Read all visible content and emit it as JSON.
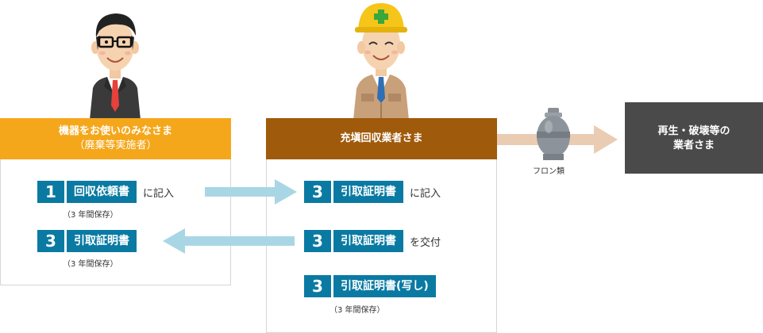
{
  "user_box": {
    "title": "機器をお使いのみなさま",
    "subtitle": "（廃棄等実施者）",
    "rows": [
      {
        "num": "1",
        "doc": "回収依頼書",
        "suffix": "に記入",
        "note": "（3 年間保存）"
      },
      {
        "num": "3",
        "doc": "引取証明書",
        "suffix": "",
        "note": "（3 年間保存）"
      }
    ]
  },
  "collector_box": {
    "title": "充塡回収業者さま",
    "rows": [
      {
        "num": "3",
        "doc": "引取証明書",
        "suffix": "に記入",
        "note": ""
      },
      {
        "num": "3",
        "doc": "引取証明書",
        "suffix": "を交付",
        "note": ""
      },
      {
        "num": "3",
        "doc": "引取証明書(写し)",
        "suffix": "",
        "note": "（3 年間保存）"
      }
    ]
  },
  "gas": {
    "label": "フロン類"
  },
  "destination": {
    "line1": "再生・破壊等の",
    "line2": "業者さま"
  },
  "colors": {
    "user_header": "#f5a71b",
    "collector_header": "#a05a0b",
    "badge": "#0a7aa3",
    "arrow_blue": "#a9d6e5",
    "arrow_tan": "#e9ccb2",
    "destination": "#4a4a4a"
  }
}
